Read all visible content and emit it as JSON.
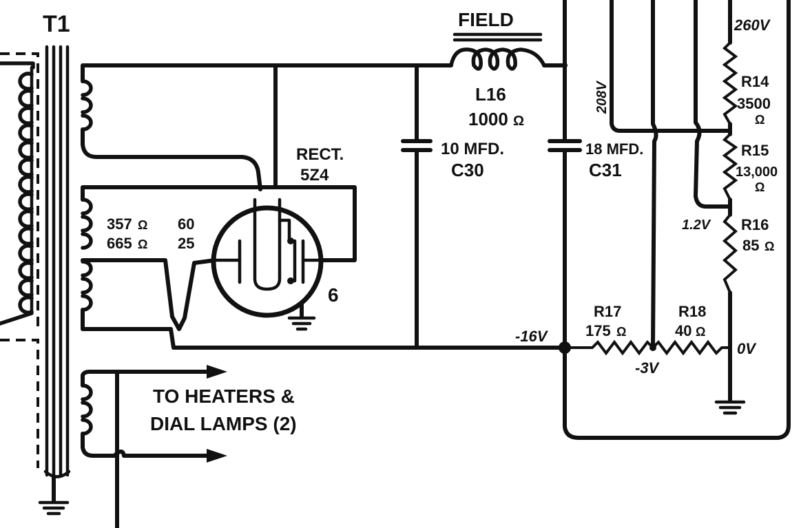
{
  "transformer": {
    "label": "T1"
  },
  "winding_labels": {
    "r1": "357",
    "f1": "60",
    "r2": "665",
    "f2": "25"
  },
  "rectifier": {
    "label1": "RECT.",
    "label2": "5Z4",
    "pin": "6"
  },
  "field": {
    "label": "FIELD",
    "coil": "L16",
    "resistance": "1000"
  },
  "c30": {
    "value": "10 MFD.",
    "name": "C30"
  },
  "c31": {
    "value": "18 MFD.",
    "name": "C31"
  },
  "r14": {
    "name": "R14",
    "value": "3500"
  },
  "r15": {
    "name": "R15",
    "value": "13,000"
  },
  "r16": {
    "name": "R16",
    "value": "85"
  },
  "r17": {
    "name": "R17",
    "value": "175"
  },
  "r18": {
    "name": "R18",
    "value": "40"
  },
  "heaters": {
    "line1": "TO HEATERS &",
    "line2": "DIAL LAMPS (2)"
  },
  "voltages": {
    "v260": "260V",
    "v208": "208V",
    "v1_2": "1.2V",
    "vm16": "-16V",
    "vm3": "-3V",
    "v0": "0V"
  },
  "ohm_symbol": "Ω"
}
